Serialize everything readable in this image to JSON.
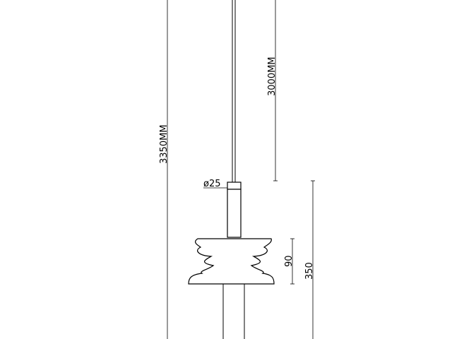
{
  "dimensions": {
    "total_height": "3350MM",
    "cable_length": "3000MM",
    "rod_diameter": "ø25",
    "shade_height": "90",
    "body_height": "350"
  }
}
